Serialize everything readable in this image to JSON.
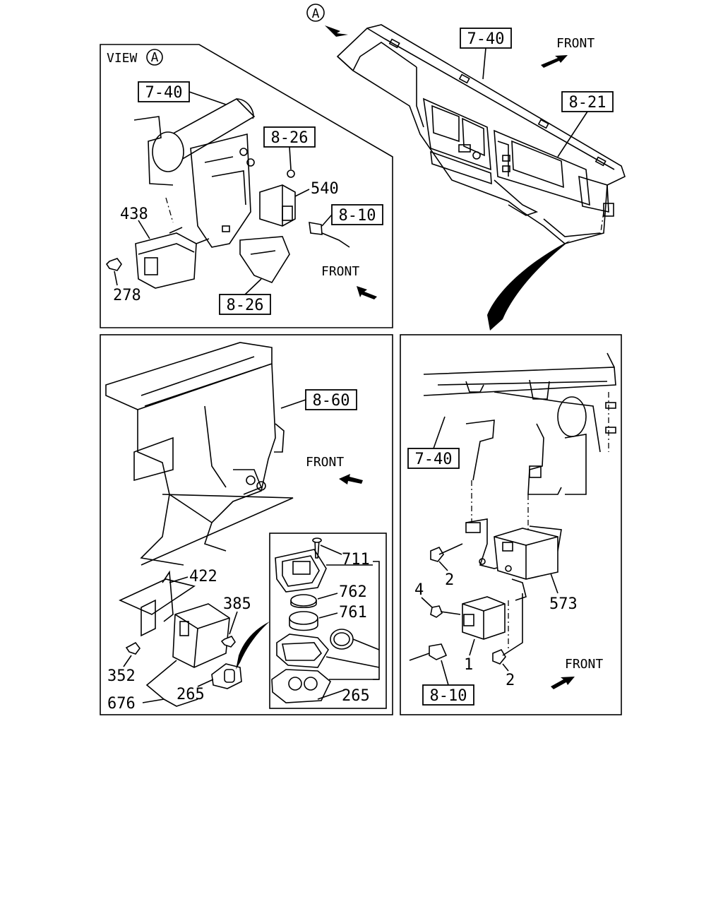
{
  "view_marker": {
    "letter": "A"
  },
  "top_right": {
    "labels": {
      "dashboard": "7-40",
      "meter": "8-21"
    },
    "front": "FRONT"
  },
  "panel_view_a": {
    "title": "VIEW",
    "title_circle": "A",
    "boxed_labels": {
      "bar": "7-40",
      "top_clip": "8-26",
      "harness": "8-10",
      "bracket": "8-26"
    },
    "labels": {
      "relay": "540",
      "controller": "438",
      "nut": "278"
    },
    "front": "FRONT"
  },
  "panel_heater": {
    "boxed_labels": {
      "heater_unit": "8-60"
    },
    "labels": {
      "bracket": "422",
      "screw_right": "385",
      "screw_left": "352",
      "unit": "676",
      "key_small": "265"
    },
    "front": "FRONT"
  },
  "panel_keyfob": {
    "labels": {
      "screw": "711",
      "cover": "762",
      "battery": "761",
      "case": "265"
    }
  },
  "panel_bracket": {
    "boxed_labels": {
      "bar": "7-40",
      "harness": "8-10"
    },
    "labels": {
      "bolt_top": "2",
      "bolt_bottom": "2",
      "screw": "4",
      "relay": "1",
      "bracket": "573"
    },
    "front": "FRONT"
  }
}
